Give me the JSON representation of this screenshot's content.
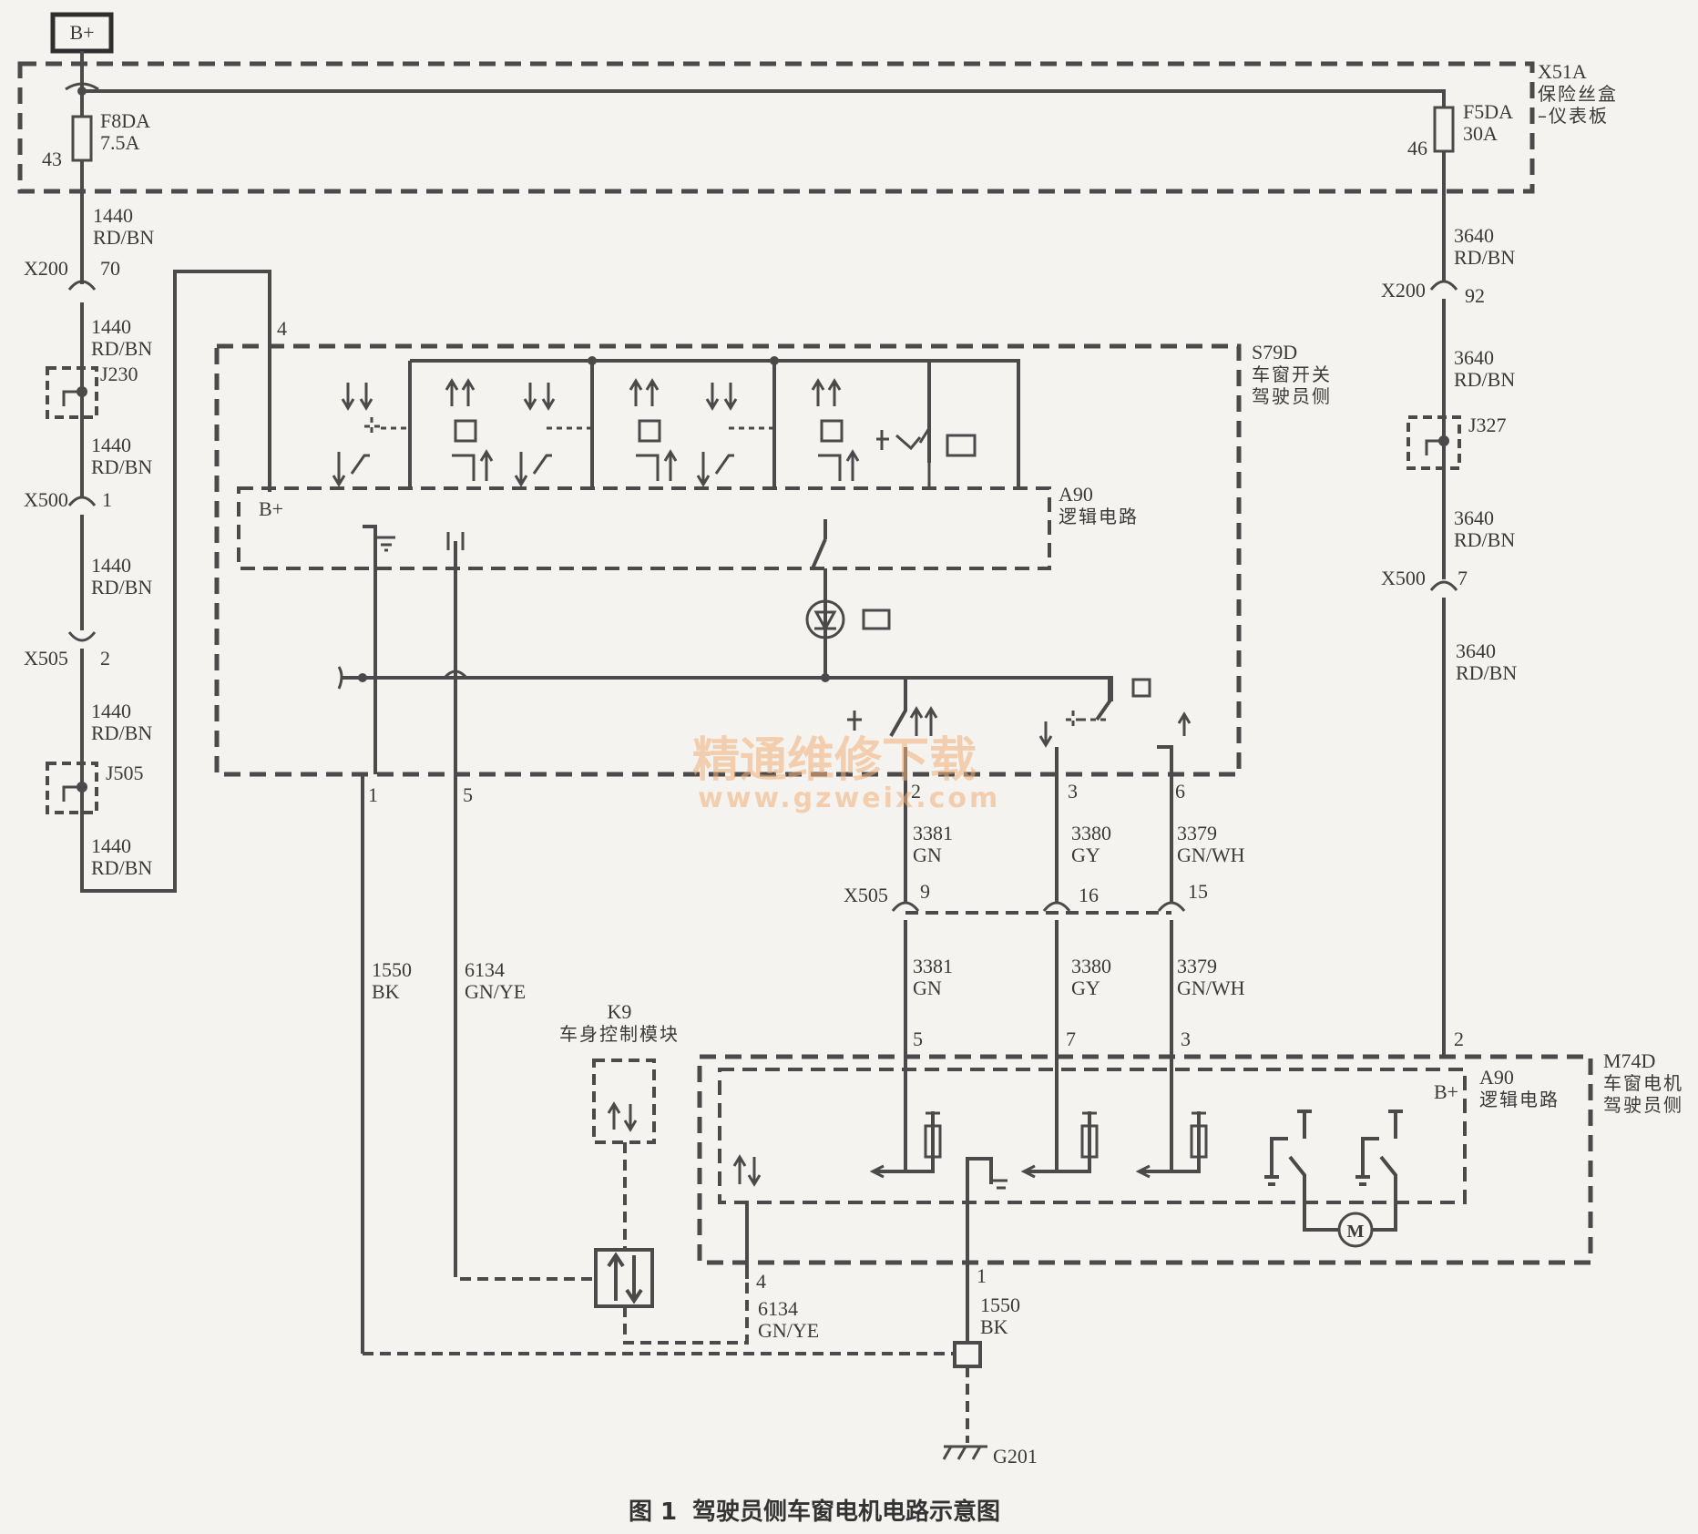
{
  "power": {
    "label": "B+"
  },
  "fuse_box": {
    "id": "X51A",
    "name": "保险丝盒",
    "name2": "–仪表板"
  },
  "fuses": [
    {
      "id": "F8DA",
      "rating": "7.5A",
      "pin": "43"
    },
    {
      "id": "F5DA",
      "rating": "30A",
      "pin": "46"
    }
  ],
  "left_wires": [
    {
      "circuit": "1440",
      "color": "RD/BN"
    },
    {
      "circuit": "1440",
      "color": "RD/BN"
    },
    {
      "circuit": "1440",
      "color": "RD/BN"
    },
    {
      "circuit": "1440",
      "color": "RD/BN"
    },
    {
      "circuit": "1440",
      "color": "RD/BN"
    },
    {
      "circuit": "1440",
      "color": "RD/BN"
    }
  ],
  "left_connectors": [
    {
      "id": "X200",
      "pin": "70"
    },
    {
      "id": "X500",
      "pin": "1"
    },
    {
      "id": "X505",
      "pin": "2"
    }
  ],
  "left_splices": [
    "J230",
    "J505"
  ],
  "right_wires": [
    {
      "circuit": "3640",
      "color": "RD/BN"
    },
    {
      "circuit": "3640",
      "color": "RD/BN"
    },
    {
      "circuit": "3640",
      "color": "RD/BN"
    },
    {
      "circuit": "3640",
      "color": "RD/BN"
    }
  ],
  "right_connectors": [
    {
      "id": "X200",
      "pin": "92"
    },
    {
      "id": "X500",
      "pin": "7"
    }
  ],
  "right_splice": "J327",
  "switch_module": {
    "id": "S79D",
    "name": "车窗开关",
    "name2": "驾驶员侧",
    "b_pin": "4"
  },
  "logic_a90": {
    "id": "A90",
    "name": "逻辑电路",
    "b_plus": "B+"
  },
  "switch_pins": [
    "1",
    "5",
    "2",
    "3",
    "6"
  ],
  "mid_wires": [
    {
      "circuit": "3381",
      "color": "GN"
    },
    {
      "circuit": "3380",
      "color": "GY"
    },
    {
      "circuit": "3379",
      "color": "GN/WH"
    }
  ],
  "x505_connector": {
    "id": "X505",
    "pins": [
      "9",
      "16",
      "15"
    ]
  },
  "lower_wires": [
    {
      "circuit": "3381",
      "color": "GN"
    },
    {
      "circuit": "3380",
      "color": "GY"
    },
    {
      "circuit": "3379",
      "color": "GN/WH"
    }
  ],
  "long_wires": [
    {
      "circuit": "1550",
      "color": "BK"
    },
    {
      "circuit": "6134",
      "color": "GN/YE"
    }
  ],
  "bcm": {
    "id": "K9",
    "name": "车身控制模块"
  },
  "motor_module": {
    "id": "M74D",
    "name": "车窗电机",
    "name2": "驾驶员侧",
    "logic_id": "A90",
    "logic_name": "逻辑电路",
    "b_plus": "B+",
    "pins": [
      "5",
      "7",
      "3",
      "2",
      "4",
      "1"
    ],
    "motor_symbol": "M"
  },
  "bottom_wires": [
    {
      "circuit": "6134",
      "color": "GN/YE"
    },
    {
      "circuit": "1550",
      "color": "BK"
    }
  ],
  "ground": "G201",
  "watermark": {
    "line1": "精通维修下载",
    "line2": "www.gzweix.com"
  },
  "caption": {
    "number": "图 1",
    "text": "驾驶员侧车窗电机电路示意图"
  }
}
